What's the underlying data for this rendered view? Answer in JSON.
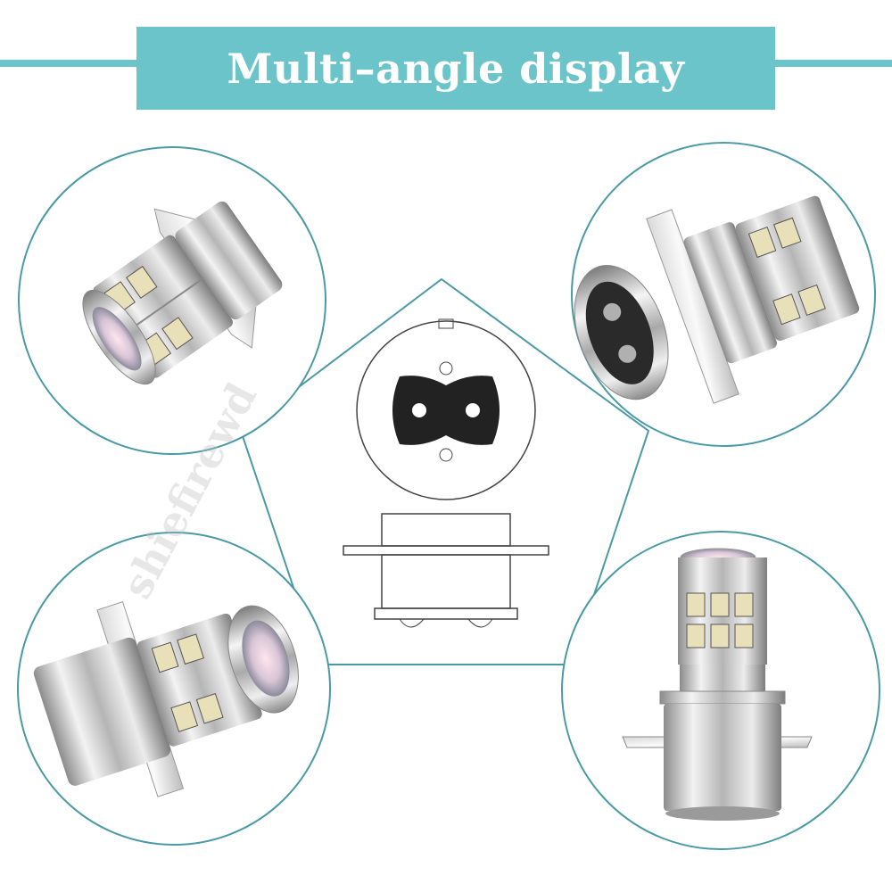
{
  "banner": {
    "title": "Multi–angle display"
  },
  "watermark": {
    "text": "shiefirewd"
  },
  "colors": {
    "accent": "#6cc4cb",
    "frame_line": "#4a9aa6",
    "diagram_stroke": "#444444"
  },
  "views": [
    {
      "name": "bulb-angle-view-top-left",
      "description_icon": "led-bulb-icon"
    },
    {
      "name": "bulb-angle-view-top-right",
      "description_icon": "led-bulb-base-icon"
    },
    {
      "name": "bulb-angle-view-bottom-left",
      "description_icon": "led-bulb-icon"
    },
    {
      "name": "bulb-angle-view-bottom-right",
      "description_icon": "led-bulb-upright-icon"
    }
  ],
  "diagram": {
    "base_type_icon": "p15d-socket-diagram-icon"
  }
}
